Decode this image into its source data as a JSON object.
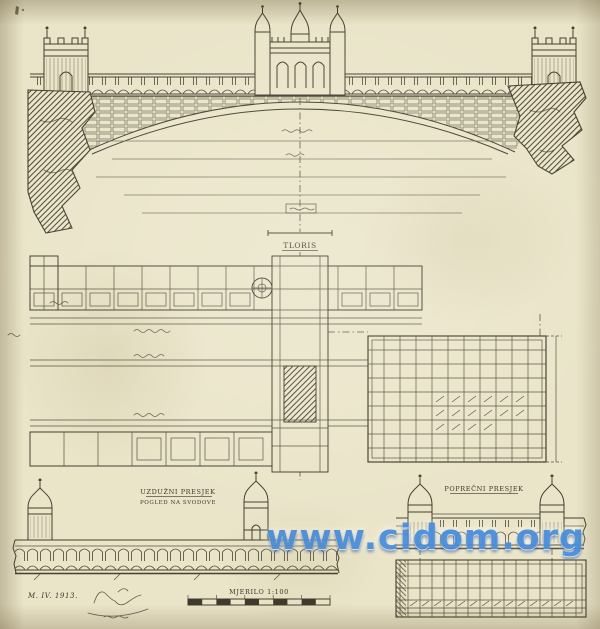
{
  "document": {
    "type": "scanned architectural drawing",
    "subject": "arch bridge design: elevation, plan and sections"
  },
  "colors": {
    "paper": "#eae5c9",
    "ink": "#443f30",
    "watermark_blue": "#4a8fdc"
  },
  "watermark": {
    "text": "www.cidom.org"
  },
  "labels": {
    "plan_title": "TLORIS",
    "longitudinal_section_title": "UZDUŽNI PRESJEK",
    "longitudinal_section_subtitle": "POGLED NA SVODOVE",
    "cross_section_title": "POPREČNI PRESJEK",
    "scale_label": "MJERILO 1:100",
    "date": "M. IV. 1913."
  }
}
